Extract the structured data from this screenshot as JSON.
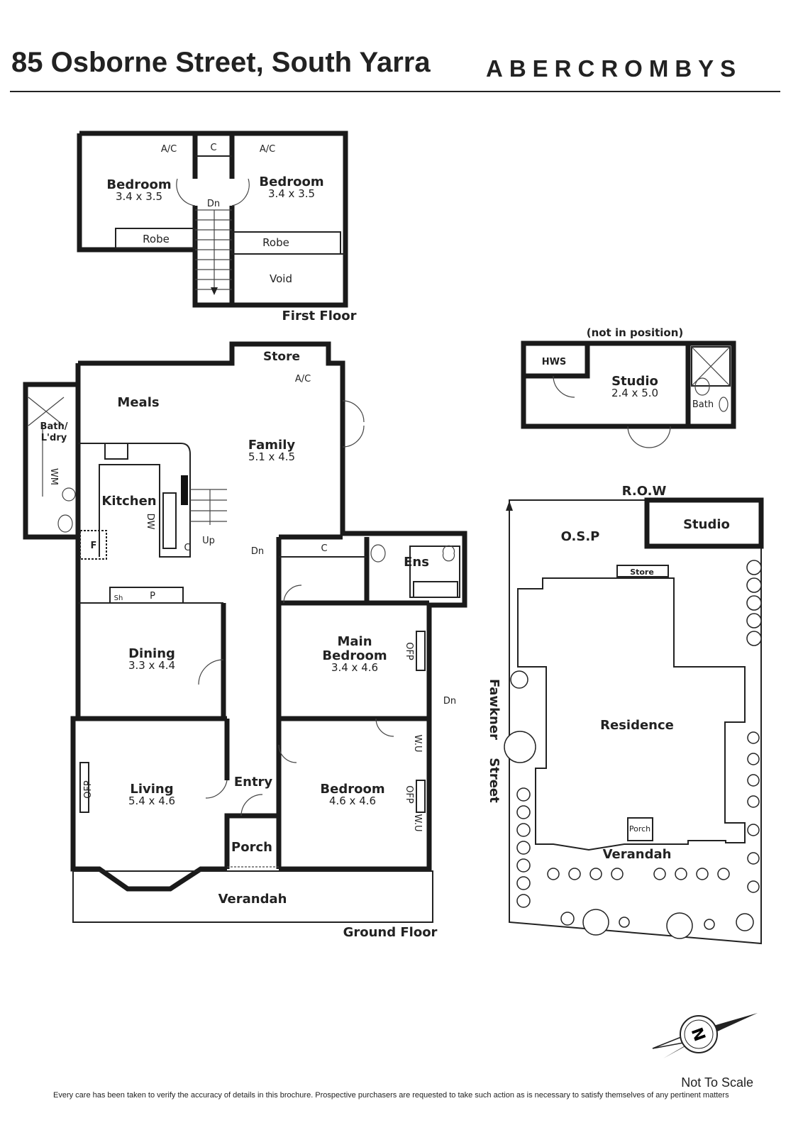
{
  "header": {
    "title": "85 Osborne Street, South Yarra",
    "brand": "ABERCROMBYS"
  },
  "first_floor": {
    "label": "First Floor",
    "bedroom1": {
      "name": "Bedroom",
      "size": "3.4 x 3.5"
    },
    "bedroom2": {
      "name": "Bedroom",
      "size": "3.4 x 3.5"
    },
    "ac": "A/C",
    "cupboard": "C",
    "down": "Dn",
    "robe": "Robe",
    "void": "Void"
  },
  "ground_floor": {
    "label": "Ground Floor",
    "store": "Store",
    "ac": "A/C",
    "meals": "Meals",
    "bath_laundry": "Bath/\nL'dry",
    "bath": "Bath/",
    "laundry": "L'dry",
    "wm": "WM",
    "family": {
      "name": "Family",
      "size": "5.1 x 4.5"
    },
    "kitchen": "Kitchen",
    "dw": "DW",
    "fridge": "F",
    "cupboard": "C",
    "up": "Up",
    "down": "Dn",
    "ens": "Ens",
    "shelf": "Sh",
    "pantry": "P",
    "dining": {
      "name": "Dining",
      "size": "3.3 x 4.4"
    },
    "main_bedroom": {
      "name1": "Main",
      "name2": "Bedroom",
      "size": "3.4 x 4.6"
    },
    "ofp": "OFP",
    "wu": "W.U",
    "living": {
      "name": "Living",
      "size": "5.4 x 4.6"
    },
    "entry": "Entry",
    "bedroom": {
      "name": "Bedroom",
      "size": "4.6 x 4.6"
    },
    "porch": "Porch",
    "verandah": "Verandah"
  },
  "studio": {
    "note": "(not in position)",
    "hws": "HWS",
    "name": "Studio",
    "size": "2.4 x 5.0",
    "bath": "Bath"
  },
  "site": {
    "row": "R.O.W",
    "osp": "O.S.P",
    "studio": "Studio",
    "store": "Store",
    "residence": "Residence",
    "porch": "Porch",
    "verandah": "Verandah",
    "street1": "Fawkner",
    "street2": "Street"
  },
  "footer": {
    "not_to_scale": "Not To Scale",
    "compass": "N",
    "disclaimer": "Every care has been taken to verify the accuracy of details in this brochure. Prospective purchasers are requested to take such action as is necessary to satisfy themselves of any pertinent matters"
  }
}
